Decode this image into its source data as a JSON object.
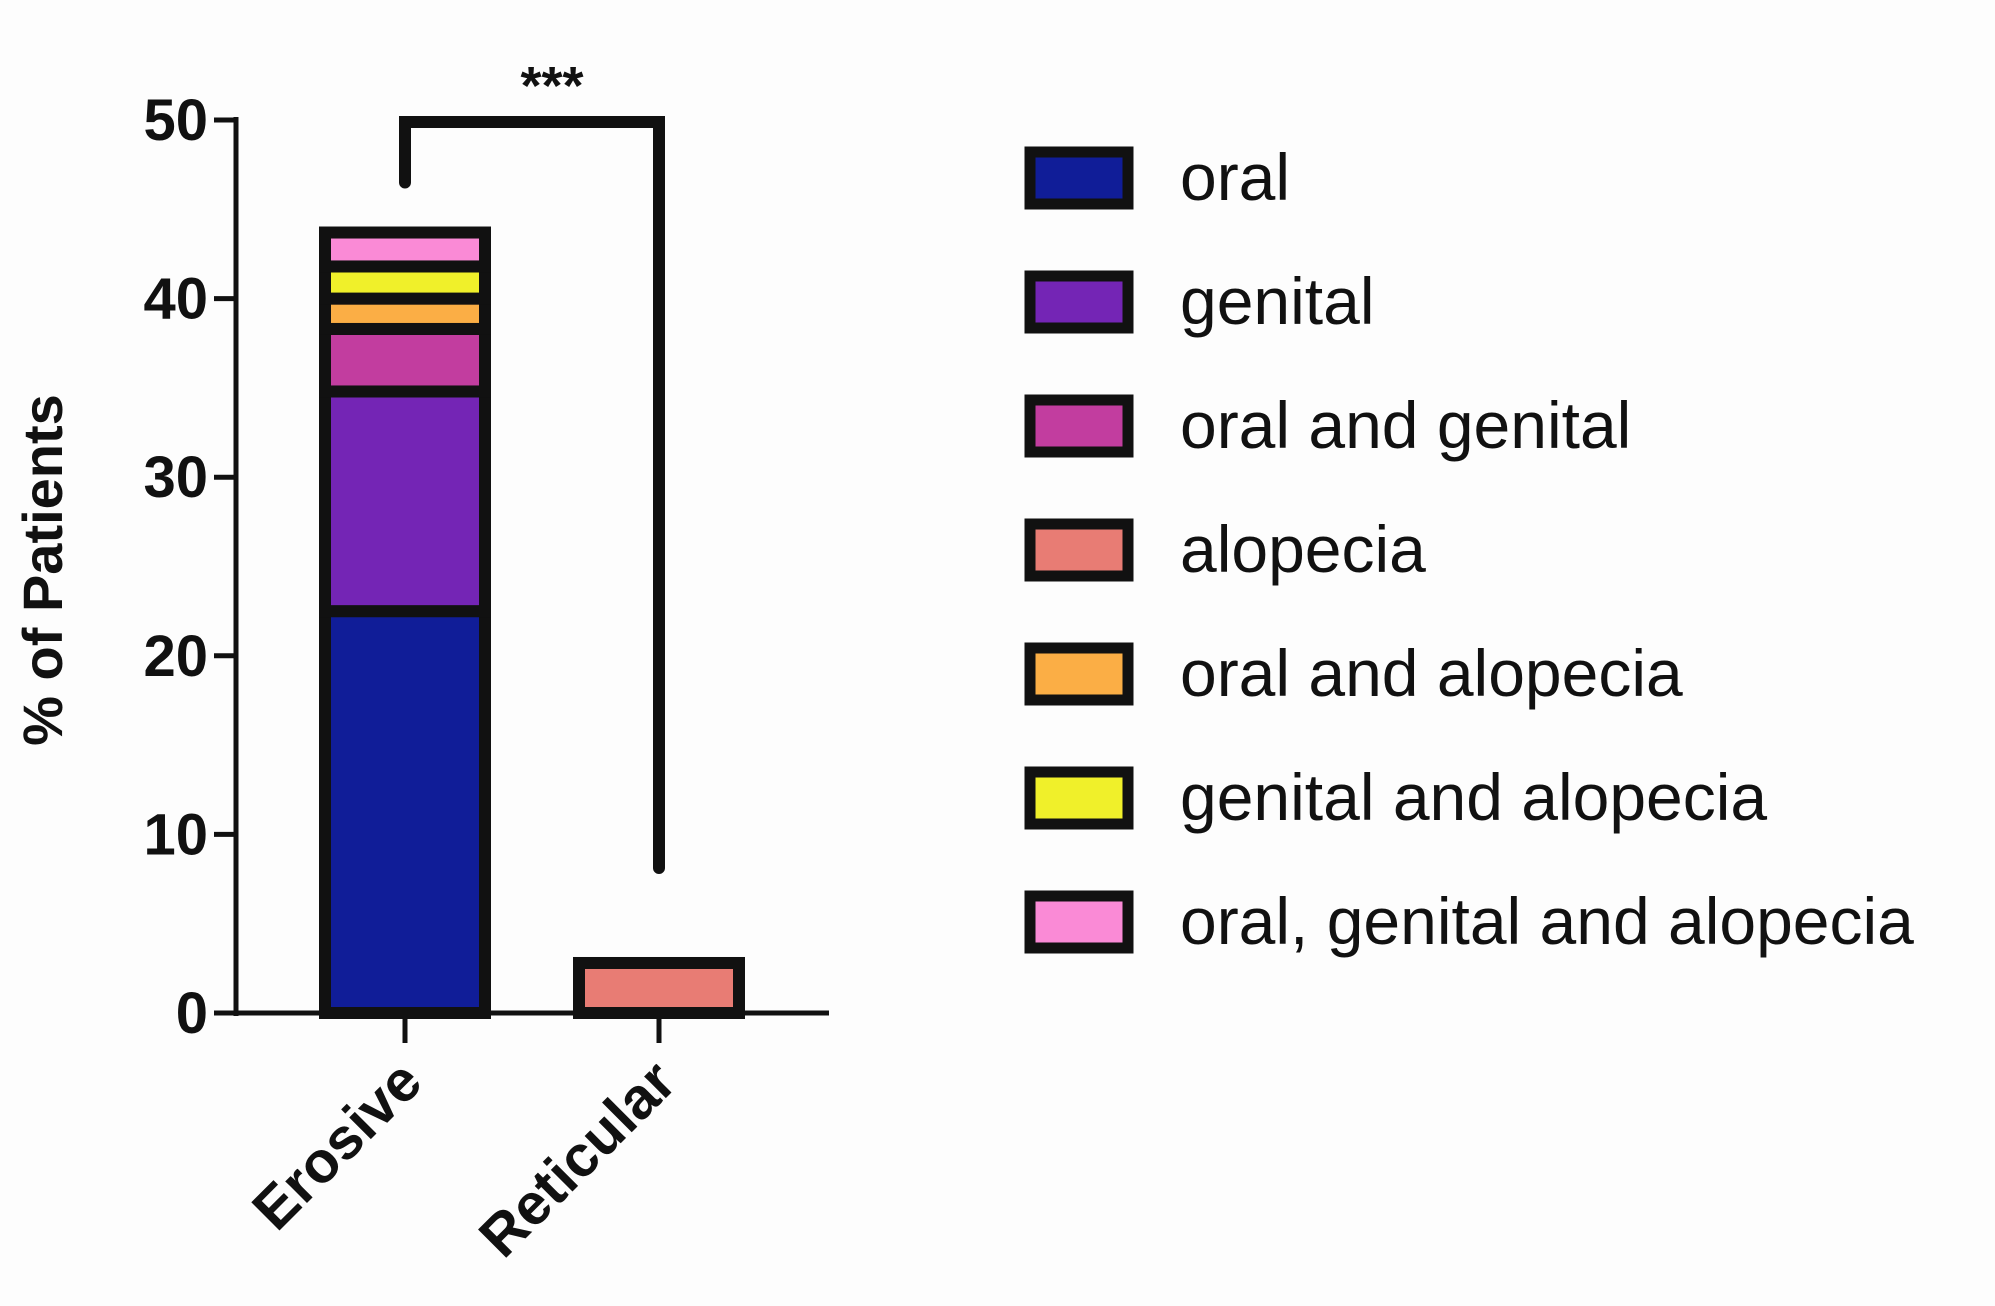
{
  "chart_data": {
    "type": "bar",
    "stacked": true,
    "categories": [
      "Erosive",
      "Reticular"
    ],
    "series": [
      {
        "name": "oral",
        "values": [
          22.5,
          0
        ],
        "color": "#101d98"
      },
      {
        "name": "genital",
        "values": [
          12.3,
          0
        ],
        "color": "#7425b5"
      },
      {
        "name": "oral and genital",
        "values": [
          3.5,
          0
        ],
        "color": "#c23d9f"
      },
      {
        "name": "alopecia",
        "values": [
          0,
          2.8
        ],
        "color": "#e87c74"
      },
      {
        "name": "oral and alopecia",
        "values": [
          1.7,
          0
        ],
        "color": "#fbae45"
      },
      {
        "name": "genital and alopecia",
        "values": [
          1.8,
          0
        ],
        "color": "#f0f02a"
      },
      {
        "name": "oral, genital and alopecia",
        "values": [
          1.9,
          0
        ],
        "color": "#fa8ad6"
      }
    ],
    "ylabel": "% of Patients",
    "xlabel": "",
    "ylim": [
      0,
      50
    ],
    "yticks": [
      0,
      10,
      20,
      30,
      40,
      50
    ],
    "grid": false,
    "legend_position": "right",
    "annotations": [
      {
        "text": "***",
        "between": [
          "Erosive",
          "Reticular"
        ],
        "type": "significance-bracket"
      }
    ]
  }
}
